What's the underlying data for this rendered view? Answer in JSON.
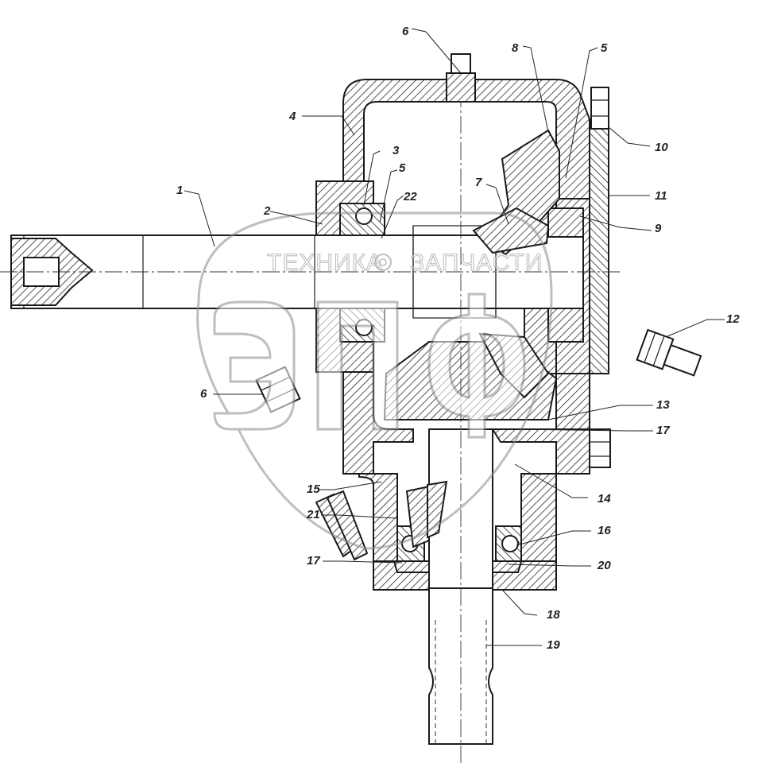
{
  "watermark": {
    "brand_left": "ТЕХНИКА",
    "brand_right": "ЗАПЧАСТИ"
  },
  "callouts": [
    {
      "id": "c1",
      "label": "1"
    },
    {
      "id": "c2",
      "label": "2"
    },
    {
      "id": "c3",
      "label": "3"
    },
    {
      "id": "c4",
      "label": "4"
    },
    {
      "id": "c5a",
      "label": "5"
    },
    {
      "id": "c5b",
      "label": "5"
    },
    {
      "id": "c6a",
      "label": "6"
    },
    {
      "id": "c6b",
      "label": "6"
    },
    {
      "id": "c7",
      "label": "7"
    },
    {
      "id": "c8",
      "label": "8"
    },
    {
      "id": "c9",
      "label": "9"
    },
    {
      "id": "c10",
      "label": "10"
    },
    {
      "id": "c11",
      "label": "11"
    },
    {
      "id": "c12",
      "label": "12"
    },
    {
      "id": "c13",
      "label": "13"
    },
    {
      "id": "c14",
      "label": "14"
    },
    {
      "id": "c15",
      "label": "15"
    },
    {
      "id": "c16",
      "label": "16"
    },
    {
      "id": "c17a",
      "label": "17"
    },
    {
      "id": "c17b",
      "label": "17"
    },
    {
      "id": "c18",
      "label": "18"
    },
    {
      "id": "c19",
      "label": "19"
    },
    {
      "id": "c20",
      "label": "20"
    },
    {
      "id": "c21",
      "label": "21"
    },
    {
      "id": "c22",
      "label": "22"
    }
  ]
}
